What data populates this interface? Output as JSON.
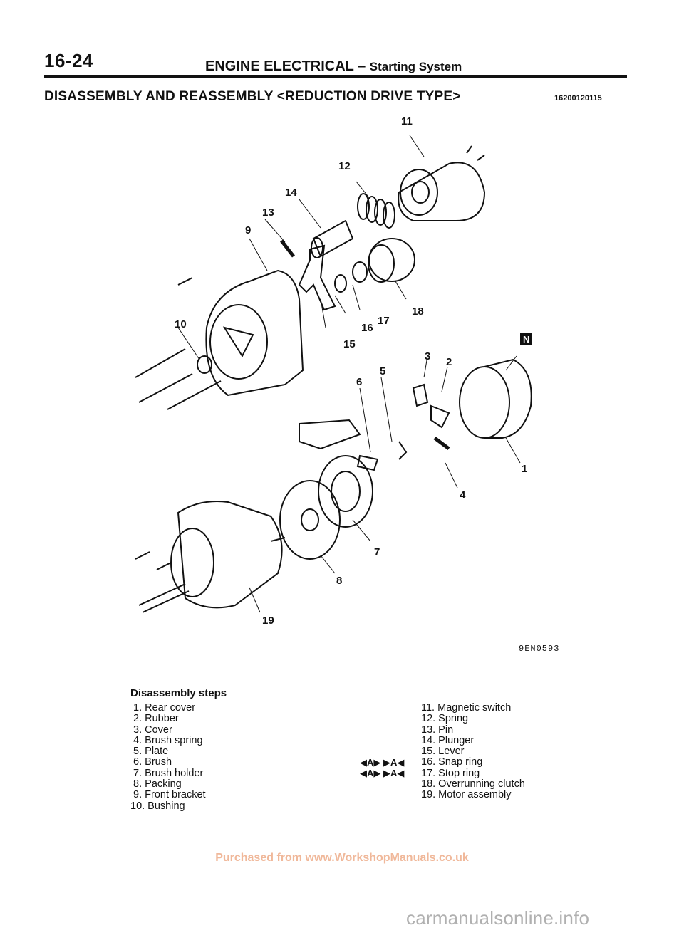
{
  "header": {
    "page_number": "16-24",
    "title_main": "ENGINE ELECTRICAL",
    "title_sep": " – ",
    "title_sub": "Starting System"
  },
  "section": {
    "title": "DISASSEMBLY AND REASSEMBLY <REDUCTION DRIVE TYPE>",
    "code": "16200120115"
  },
  "diagram": {
    "figure_code": "9EN0593",
    "callouts": [
      "1",
      "2",
      "3",
      "4",
      "5",
      "6",
      "7",
      "8",
      "9",
      "10",
      "11",
      "12",
      "13",
      "14",
      "15",
      "16",
      "17",
      "18",
      "19"
    ],
    "note_badge": "N"
  },
  "steps": {
    "heading": "Disassembly steps",
    "left": [
      " 1. Rear cover",
      " 2. Rubber",
      " 3. Cover",
      " 4. Brush spring",
      " 5. Plate",
      " 6. Brush",
      " 7. Brush holder",
      " 8. Packing",
      " 9. Front bracket",
      "10. Bushing"
    ],
    "right": [
      "11. Magnetic switch",
      "12. Spring",
      "13. Pin",
      "14. Plunger",
      "15. Lever",
      "16. Snap ring",
      "17. Stop ring",
      "18. Overrunning clutch",
      "19. Motor assembly"
    ],
    "marks": {
      "removal": "◀A▶",
      "install": "▶A◀"
    }
  },
  "watermark": "Purchased from www.WorkshopManuals.co.uk",
  "footer_brand": "carmanualsonline.info"
}
